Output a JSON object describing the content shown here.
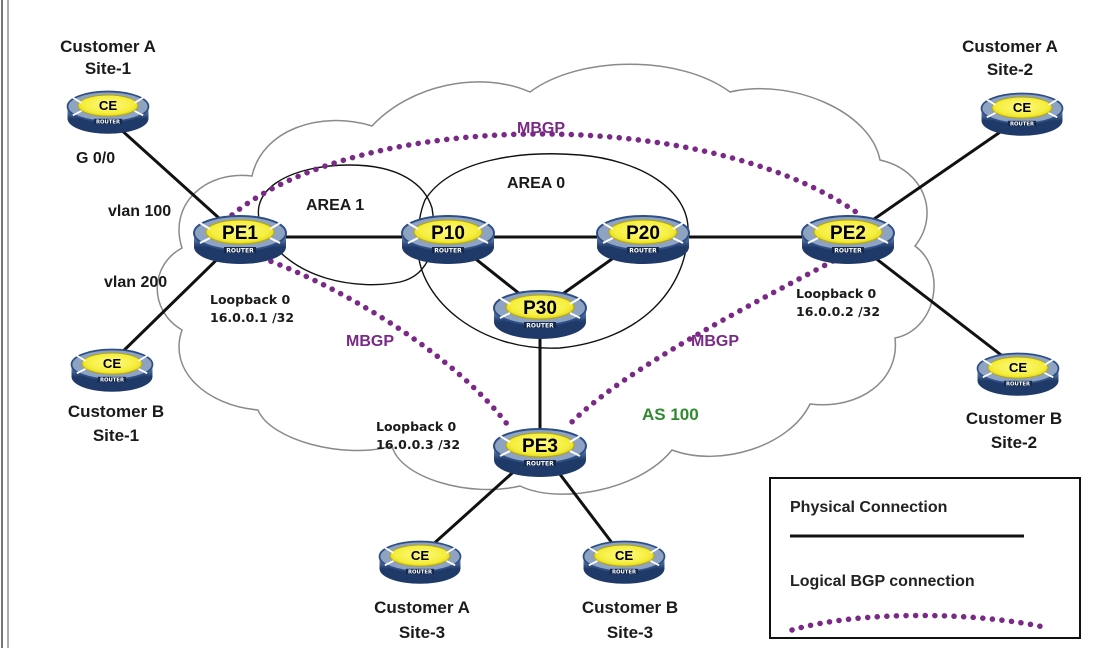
{
  "customers": {
    "a_site1": [
      "Customer A",
      "Site-1"
    ],
    "b_site1": [
      "Customer B",
      "Site-1"
    ],
    "a_site2": [
      "Customer A",
      "Site-2"
    ],
    "b_site2": [
      "Customer B",
      "Site-2"
    ],
    "a_site3": [
      "Customer A",
      "Site-3"
    ],
    "b_site3": [
      "Customer B",
      "Site-3"
    ]
  },
  "routers": {
    "pe1": "PE1",
    "pe2": "PE2",
    "pe3": "PE3",
    "p10": "P10",
    "p20": "P20",
    "p30": "P30",
    "ce": "CE",
    "badge": "ROUTER"
  },
  "interfaces": {
    "g00": "G 0/0",
    "vlan100": "vlan 100",
    "vlan200": "vlan 200"
  },
  "loopbacks": {
    "pe1": [
      "Loopback 0",
      "16.0.0.1 /32"
    ],
    "pe2": [
      "Loopback 0",
      "16.0.0.2 /32"
    ],
    "pe3": [
      "Loopback 0",
      "16.0.0.3 /32"
    ]
  },
  "areas": {
    "area1": "AREA 1",
    "area0": "AREA 0"
  },
  "mbgp": {
    "top": "MBGP",
    "left": "MBGP",
    "right": "MBGP"
  },
  "as_label": "AS 100",
  "legend": {
    "physical": "Physical Connection",
    "logical": "Logical BGP connection"
  },
  "colors": {
    "router_yellow": "#f5ee3a",
    "router_body": "#2d4f86",
    "bgp_purple": "#7a2a86",
    "as_green": "#2f8a2f",
    "cloud_stroke": "#8a8a8a"
  }
}
